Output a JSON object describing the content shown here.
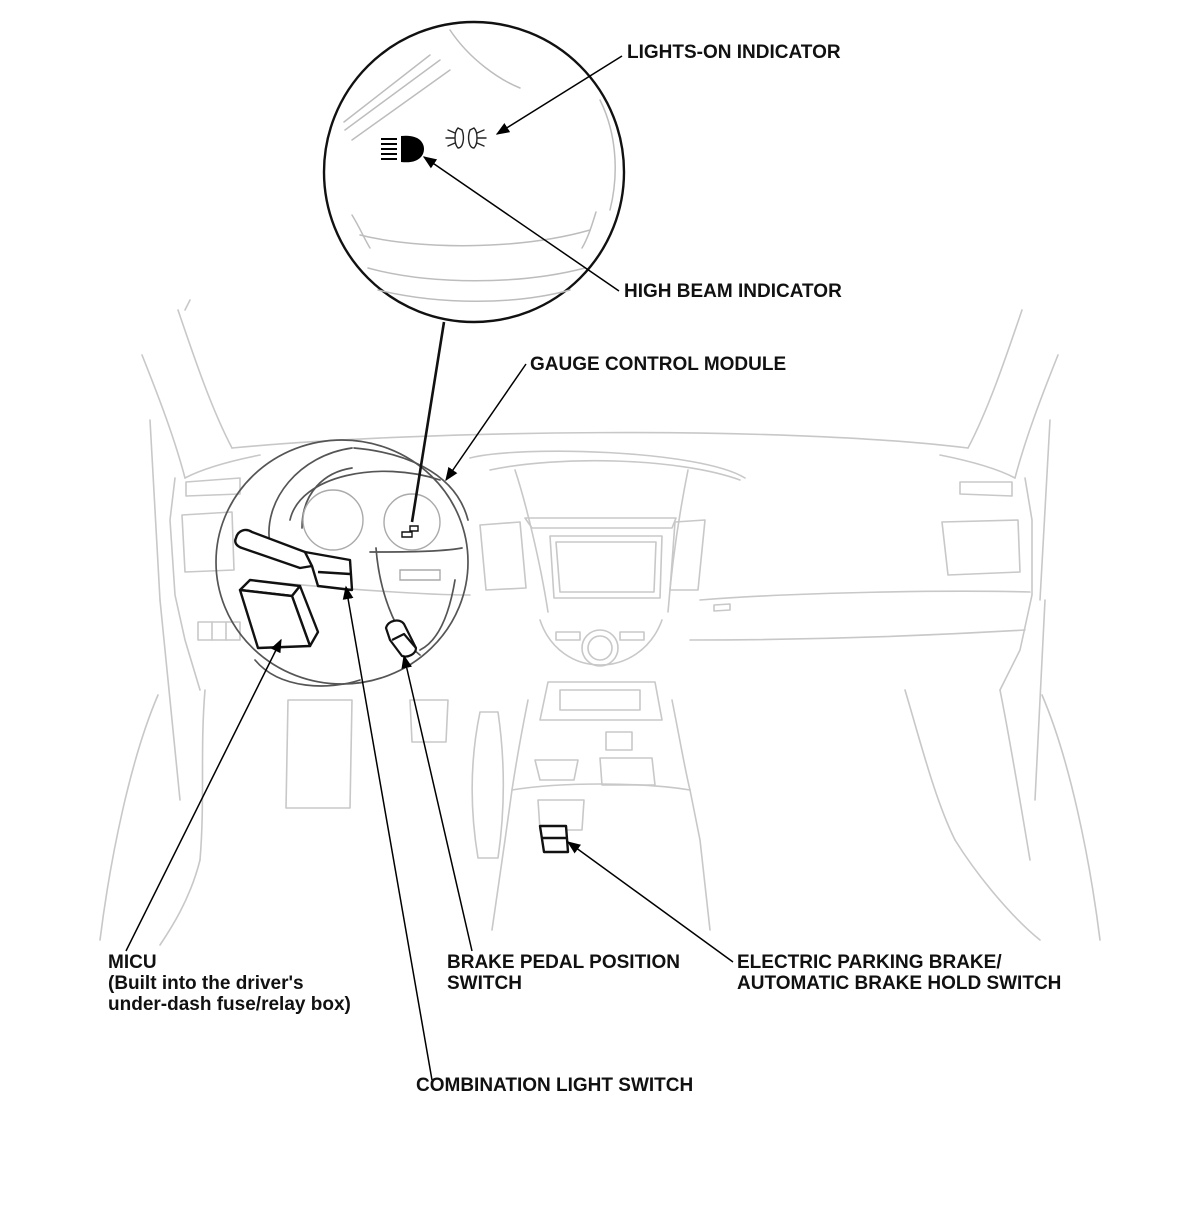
{
  "diagram": {
    "labels": {
      "lights_on_indicator": "LIGHTS-ON INDICATOR",
      "high_beam_indicator": "HIGH BEAM INDICATOR",
      "gauge_control_module": "GAUGE CONTROL MODULE",
      "micu": [
        "MICU",
        "(Built into the driver's",
        "under-dash fuse/relay box)"
      ],
      "brake_pedal_position_switch": [
        "BRAKE PEDAL POSITION",
        "SWITCH"
      ],
      "epb_switch": [
        "ELECTRIC PARKING BRAKE/",
        "AUTOMATIC BRAKE HOLD SWITCH"
      ],
      "combination_light_switch": "COMBINATION LIGHT SWITCH"
    },
    "colors": {
      "label_text": "#111111",
      "callout_line": "#000000",
      "highlighted_parts": "#111111",
      "background_outline": "#c8c8c8"
    }
  }
}
